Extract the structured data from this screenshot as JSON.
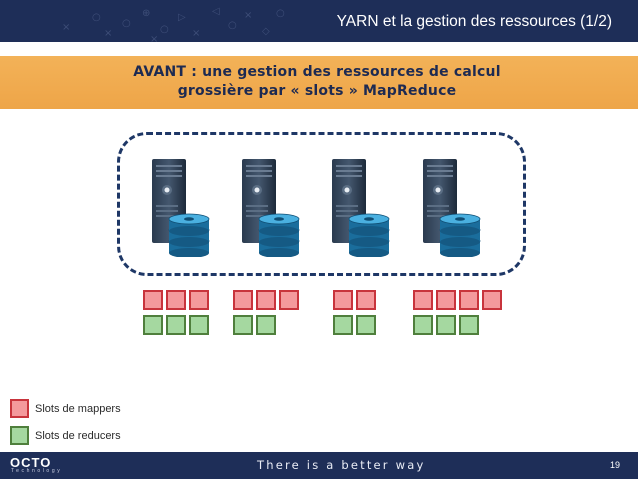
{
  "slide": {
    "title": "YARN et la gestion des ressources (1/2)",
    "banner_line1": "AVANT : une gestion des ressources de calcul",
    "banner_line2": "grossière par « slots » MapReduce",
    "legend": [
      {
        "label": "Slots de mappers",
        "color": "#f4999c"
      },
      {
        "label": "Slots de reducers",
        "color": "#a5d8a0"
      }
    ],
    "nodes": [
      {
        "mapper_slots": 3,
        "reducer_slots": 3
      },
      {
        "mapper_slots": 3,
        "reducer_slots": 2
      },
      {
        "mapper_slots": 2,
        "reducer_slots": 2
      },
      {
        "mapper_slots": 4,
        "reducer_slots": 3
      }
    ],
    "header_glyphs": [
      "×",
      "○",
      "×",
      "○",
      "⊕",
      "○",
      "▷",
      "×",
      "◁",
      "○",
      "×",
      "◇",
      "○",
      "×"
    ]
  },
  "footer": {
    "logo": "OCTO",
    "logo_sub": "Technology",
    "tagline": "There is a better way",
    "page_number": "19"
  },
  "colors": {
    "header": "#1e2e58",
    "banner": "#f0a94c",
    "cluster_border": "#1e3766",
    "mapper_fill": "#f4999c",
    "mapper_border": "#c8343c",
    "reducer_fill": "#a5d8a0",
    "reducer_border": "#4f7f3c"
  }
}
